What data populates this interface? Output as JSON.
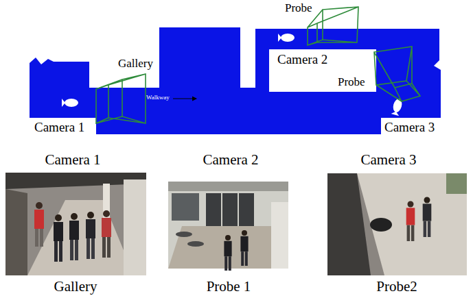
{
  "diagram": {
    "labels": [
      "Probe",
      "Gallery",
      "Camera 2",
      "Walkway",
      "Probe",
      "Camera 1",
      "Camera 3",
      "Camera 1",
      "Camera 2",
      "Camera 3",
      "Gallery",
      "Probe 1",
      "Probe2"
    ]
  }
}
